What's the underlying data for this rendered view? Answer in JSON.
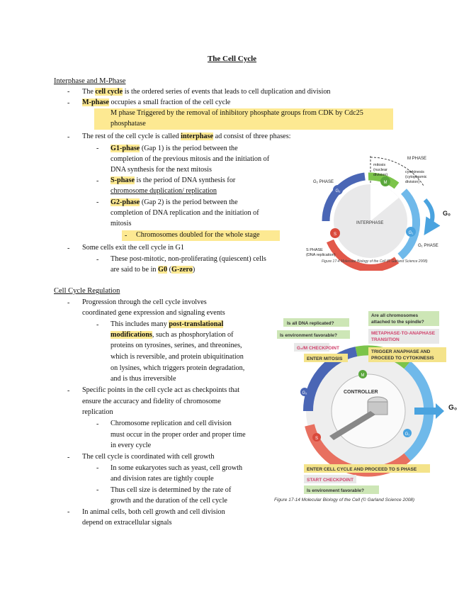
{
  "title": "The Cell Cycle",
  "section1": {
    "heading": "Interphase and M-Phase",
    "b1": {
      "pre": "The ",
      "term": "cell cycle",
      "post": " is the ordered series of events that leads to cell duplication and division"
    },
    "b2": {
      "term": "M-phase",
      "post": " occupies a small fraction of the cell cycle"
    },
    "b2a": {
      "line1": "M phase Triggered by the removal of inhibitory phosphate groups from CDK by Cdc25",
      "line2": "phosphatase"
    },
    "b3": {
      "pre": "The rest of the cell cycle is called ",
      "term": "interphase",
      "post": " ad consist of three phases:"
    },
    "g1": {
      "term": "G1-phase",
      "l1": " (Gap 1) is the period between the",
      "l2": "completion of the previous mitosis and the initiation of",
      "l3": "DNA synthesis for the next mitosis"
    },
    "s": {
      "term": "S-phase",
      "l1": " is the period of DNA synthesis for",
      "l2": "chromosome duplication/ replication"
    },
    "g2": {
      "term": "G2-phase",
      "l1": " (Gap 2) is the period between the",
      "l2": "completion of DNA replication and the initiation of",
      "l3": "mitosis"
    },
    "g2a": "Chromosomes doubled for the whole stage",
    "b4": "Some cells exit the cell cycle in G1",
    "b4a": {
      "l1": "These post-mitotic, non-proliferating (quiescent) cells",
      "l2pre": "are said to be in ",
      "g0": "G0",
      "mid": " (",
      "gzero": "G-zero",
      "end": ")"
    }
  },
  "section2": {
    "heading": "Cell Cycle Regulation",
    "c1": {
      "l1": "Progression through the cell cycle involves",
      "l2": "coordinated gene expression and signaling events"
    },
    "c1a": {
      "pre": "This includes many ",
      "term1": "post-translational",
      "term2": "modifications",
      "l2post": ", such as phosphorylation of",
      "l3": "proteins on tyrosines, serines, and threonines,",
      "l4": "which is reversible, and protein ubiquitination",
      "l5": "on lysines, which triggers protein degradation,",
      "l6": "and is thus irreversible"
    },
    "c2": {
      "l1": "Specific points in the cell cycle act as checkpoints that",
      "l2": "ensure the accuracy and fidelity of chromosome",
      "l3": "replication"
    },
    "c2a": {
      "l1": "Chromosome replication and cell division",
      "l2": "must occur in the proper order and proper time",
      "l3": "in every cycle"
    },
    "c3": "The cell cycle is coordinated with cell growth",
    "c3a": {
      "l1": "In some eukaryotes such as yeast, cell growth",
      "l2": "and division rates are tightly couple"
    },
    "c3b": {
      "l1": "Thus cell size is determined by the rate of",
      "l2": "growth and the duration of the cell cycle"
    },
    "c4": {
      "l1": "In animal cells, both cell growth and cell division",
      "l2": "depend on extracellular signals"
    }
  },
  "fig1": {
    "m_phase": "M PHASE",
    "mitosis": [
      "mitosis",
      "(nuclear",
      "division)"
    ],
    "cytokinesis": [
      "cytokinesis",
      "(cytoplasmic",
      "division)"
    ],
    "g2_phase": "G₂ PHASE",
    "g0": "G₀",
    "interphase": "INTERPHASE",
    "g1_phase": "G₁ PHASE",
    "s_phase": [
      "S PHASE",
      "(DNA replication)"
    ],
    "m": "M",
    "g2": "G₂",
    "g1": "G₁",
    "s": "S",
    "caption": "Figure 17-4  Molecular Biology of the Cell (© Garland Science 2008)"
  },
  "fig2": {
    "q1": "Is all DNA replicated?",
    "q2": "Is environment favorable?",
    "q3": [
      "Are all chromosomes",
      "attached to the spindle?"
    ],
    "g2m": "G₂/M CHECKPOINT",
    "meta": [
      "METAPHASE-TO-ANAPHASE",
      "TRANSITION"
    ],
    "enter_mitosis": "ENTER MITOSIS",
    "trigger": [
      "TRIGGER ANAPHASE AND",
      "PROCEED TO CYTOKINESIS"
    ],
    "controller": "CONTROLLER",
    "m": "M",
    "g2": "G₂",
    "g1": "G₁",
    "s": "S",
    "g0": "G₀",
    "enter_cycle": "ENTER CELL CYCLE AND PROCEED TO S PHASE",
    "start": "START CHECKPOINT",
    "q4": "Is environment favorable?",
    "caption": "Figure 17-14  Molecular Biology of the Cell (© Garland Science 2008)"
  }
}
